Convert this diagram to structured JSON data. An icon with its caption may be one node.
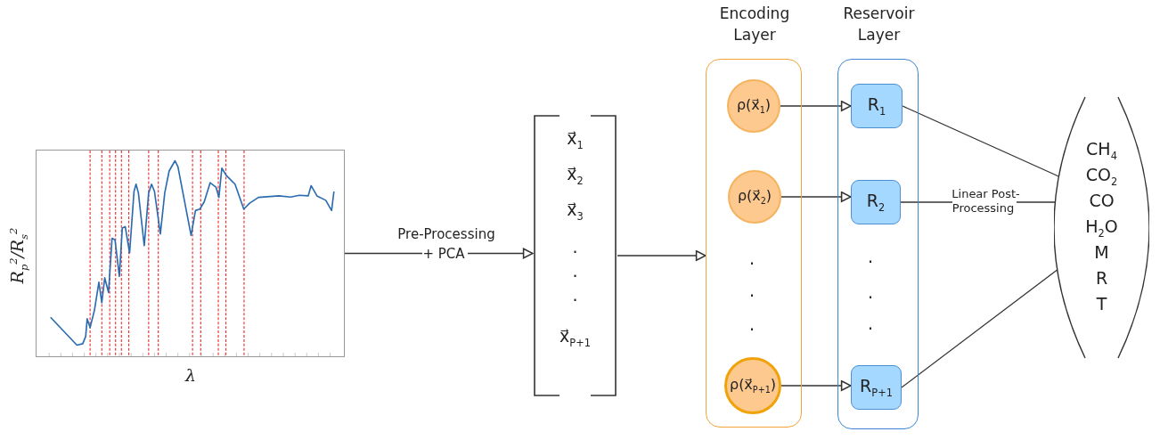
{
  "diagram": {
    "nodes": [
      {
        "text": [],
        "shape": "picture",
        "beside": [
          "R$_{p}$$^{2}$/R$_{s}$$^{2}$",
          "λ"
        ]
      },
      {
        "text": [
          "x⃗$_{1}$",
          "x⃗$_{2}$",
          "x⃗$_{3}$",
          ".",
          ".",
          ".",
          "x⃗$_{P+1}$"
        ]
      },
      {
        "text": [
          "Encoding Layer"
        ]
      },
      {
        "text": [
          "ρ(x⃗$_{1}$)"
        ],
        "in": 2
      },
      {
        "text": [
          "ρ(x⃗$_{2}$)"
        ],
        "in": 2
      },
      {
        "text": [
          "ρ(x⃗$_{P+1}$)"
        ],
        "in": 2
      },
      {
        "text": [
          "Reservoir Layer"
        ]
      },
      {
        "text": [
          "R$_{1}$"
        ],
        "in": 6
      },
      {
        "text": [
          "R$_{2}$"
        ],
        "in": 6
      },
      {
        "text": [
          "R$_{P+1}$"
        ],
        "in": 6
      },
      {
        "text": [
          "CH$_{4}$",
          "CO$_{2}$",
          "CO",
          "H$_{2}$O",
          "M",
          "R",
          "T"
        ]
      }
    ],
    "edges": [
      {
        "from": 0,
        "to": 1,
        "arrow": "to",
        "label": "Pre-Processing + PCA"
      },
      {
        "from": 1,
        "to": 2,
        "arrow": "to"
      },
      {
        "from": 3,
        "to": 7,
        "arrow": "to"
      },
      {
        "from": 4,
        "to": 8,
        "arrow": "to"
      },
      {
        "from": 5,
        "to": 9,
        "arrow": "to"
      },
      {
        "from": 7,
        "to": 10,
        "arrow": "none"
      },
      {
        "from": 8,
        "to": 10,
        "arrow": "none",
        "label": "Linear Post-Processing"
      },
      {
        "from": 9,
        "to": 10,
        "arrow": "none"
      }
    ],
    "labels": [
      ".",
      ".",
      ".",
      ".",
      ".",
      "."
    ]
  }
}
